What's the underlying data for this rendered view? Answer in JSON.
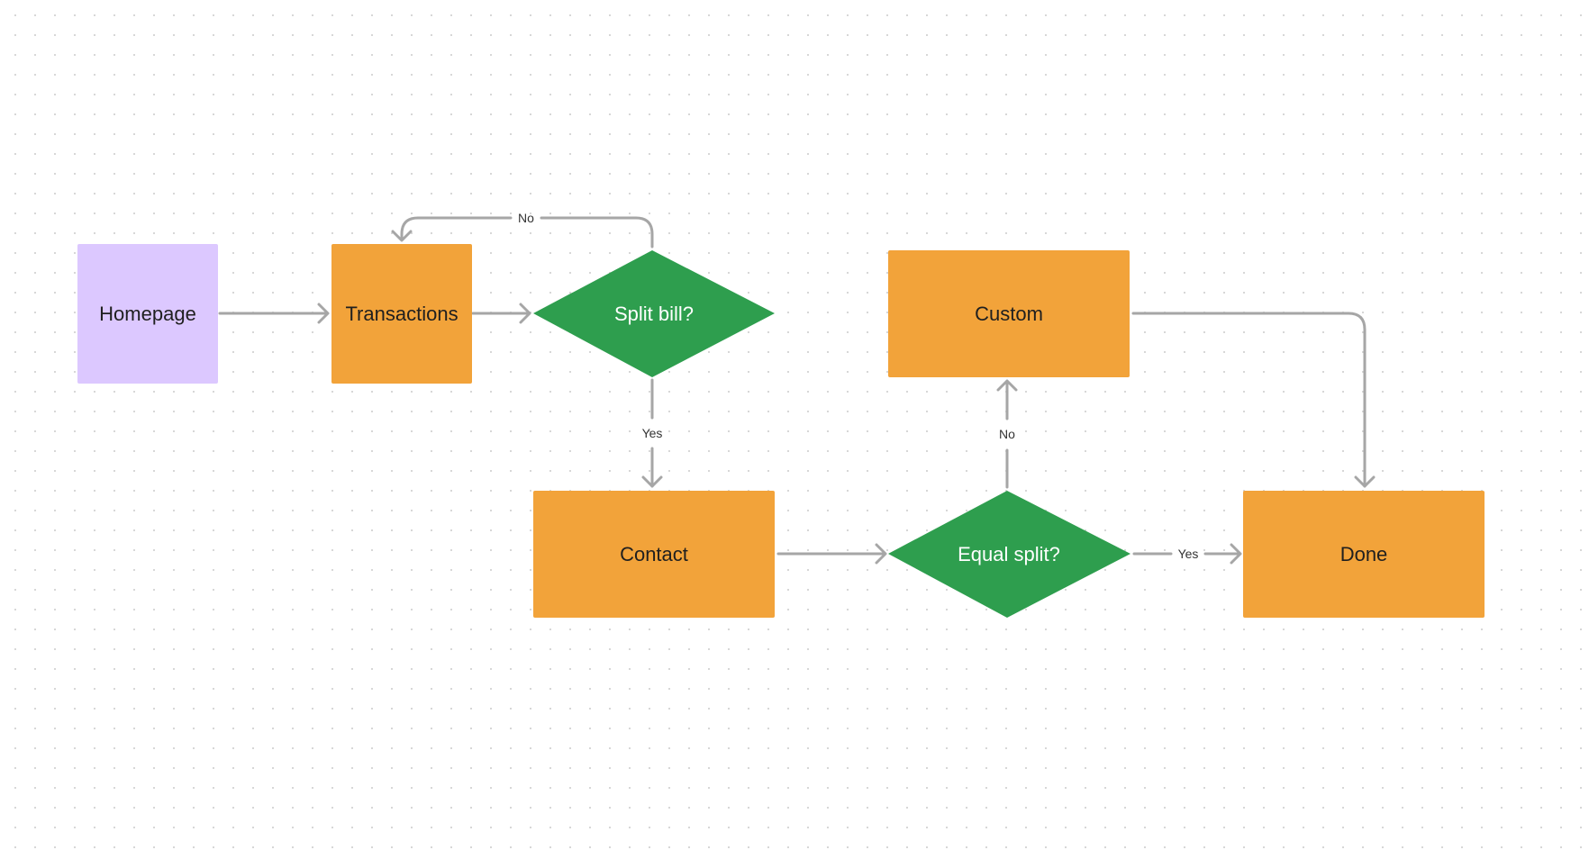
{
  "colors": {
    "start_fill": "#dcc8ff",
    "process_fill": "#f2a33a",
    "decision_fill": "#2e9e4e",
    "connector": "#a6a6a6",
    "dark_text": "#1f1f1f",
    "light_text": "#ffffff",
    "edge_label_text": "#333333"
  },
  "nodes": {
    "homepage": {
      "label": "Homepage",
      "shape": "rectangle"
    },
    "transactions": {
      "label": "Transactions",
      "shape": "rectangle"
    },
    "split_bill": {
      "label": "Split bill?",
      "shape": "diamond"
    },
    "contact": {
      "label": "Contact",
      "shape": "rectangle"
    },
    "equal_split": {
      "label": "Equal split?",
      "shape": "diamond"
    },
    "custom": {
      "label": "Custom",
      "shape": "rectangle"
    },
    "done": {
      "label": "Done",
      "shape": "rectangle"
    }
  },
  "edges": [
    {
      "from": "Homepage",
      "to": "Transactions",
      "label": ""
    },
    {
      "from": "Transactions",
      "to": "Split bill?",
      "label": ""
    },
    {
      "from": "Split bill?",
      "to": "Transactions",
      "label": "No"
    },
    {
      "from": "Split bill?",
      "to": "Contact",
      "label": "Yes"
    },
    {
      "from": "Contact",
      "to": "Equal split?",
      "label": ""
    },
    {
      "from": "Equal split?",
      "to": "Custom",
      "label": "No"
    },
    {
      "from": "Equal split?",
      "to": "Done",
      "label": "Yes"
    },
    {
      "from": "Custom",
      "to": "Done",
      "label": ""
    }
  ],
  "edge_labels": {
    "split_no": "No",
    "split_yes": "Yes",
    "equal_no": "No",
    "equal_yes": "Yes"
  }
}
